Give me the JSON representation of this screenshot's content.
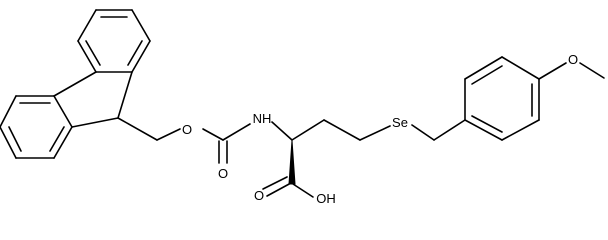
{
  "molecule": {
    "atom_labels": {
      "ester_oxygen": "O",
      "carbonyl_oxygen": "O",
      "nitrogen": "NH",
      "selenium": "Se",
      "methoxy_oxygen": "O",
      "acid_oxygen": "O",
      "hydroxyl": "OH"
    }
  }
}
